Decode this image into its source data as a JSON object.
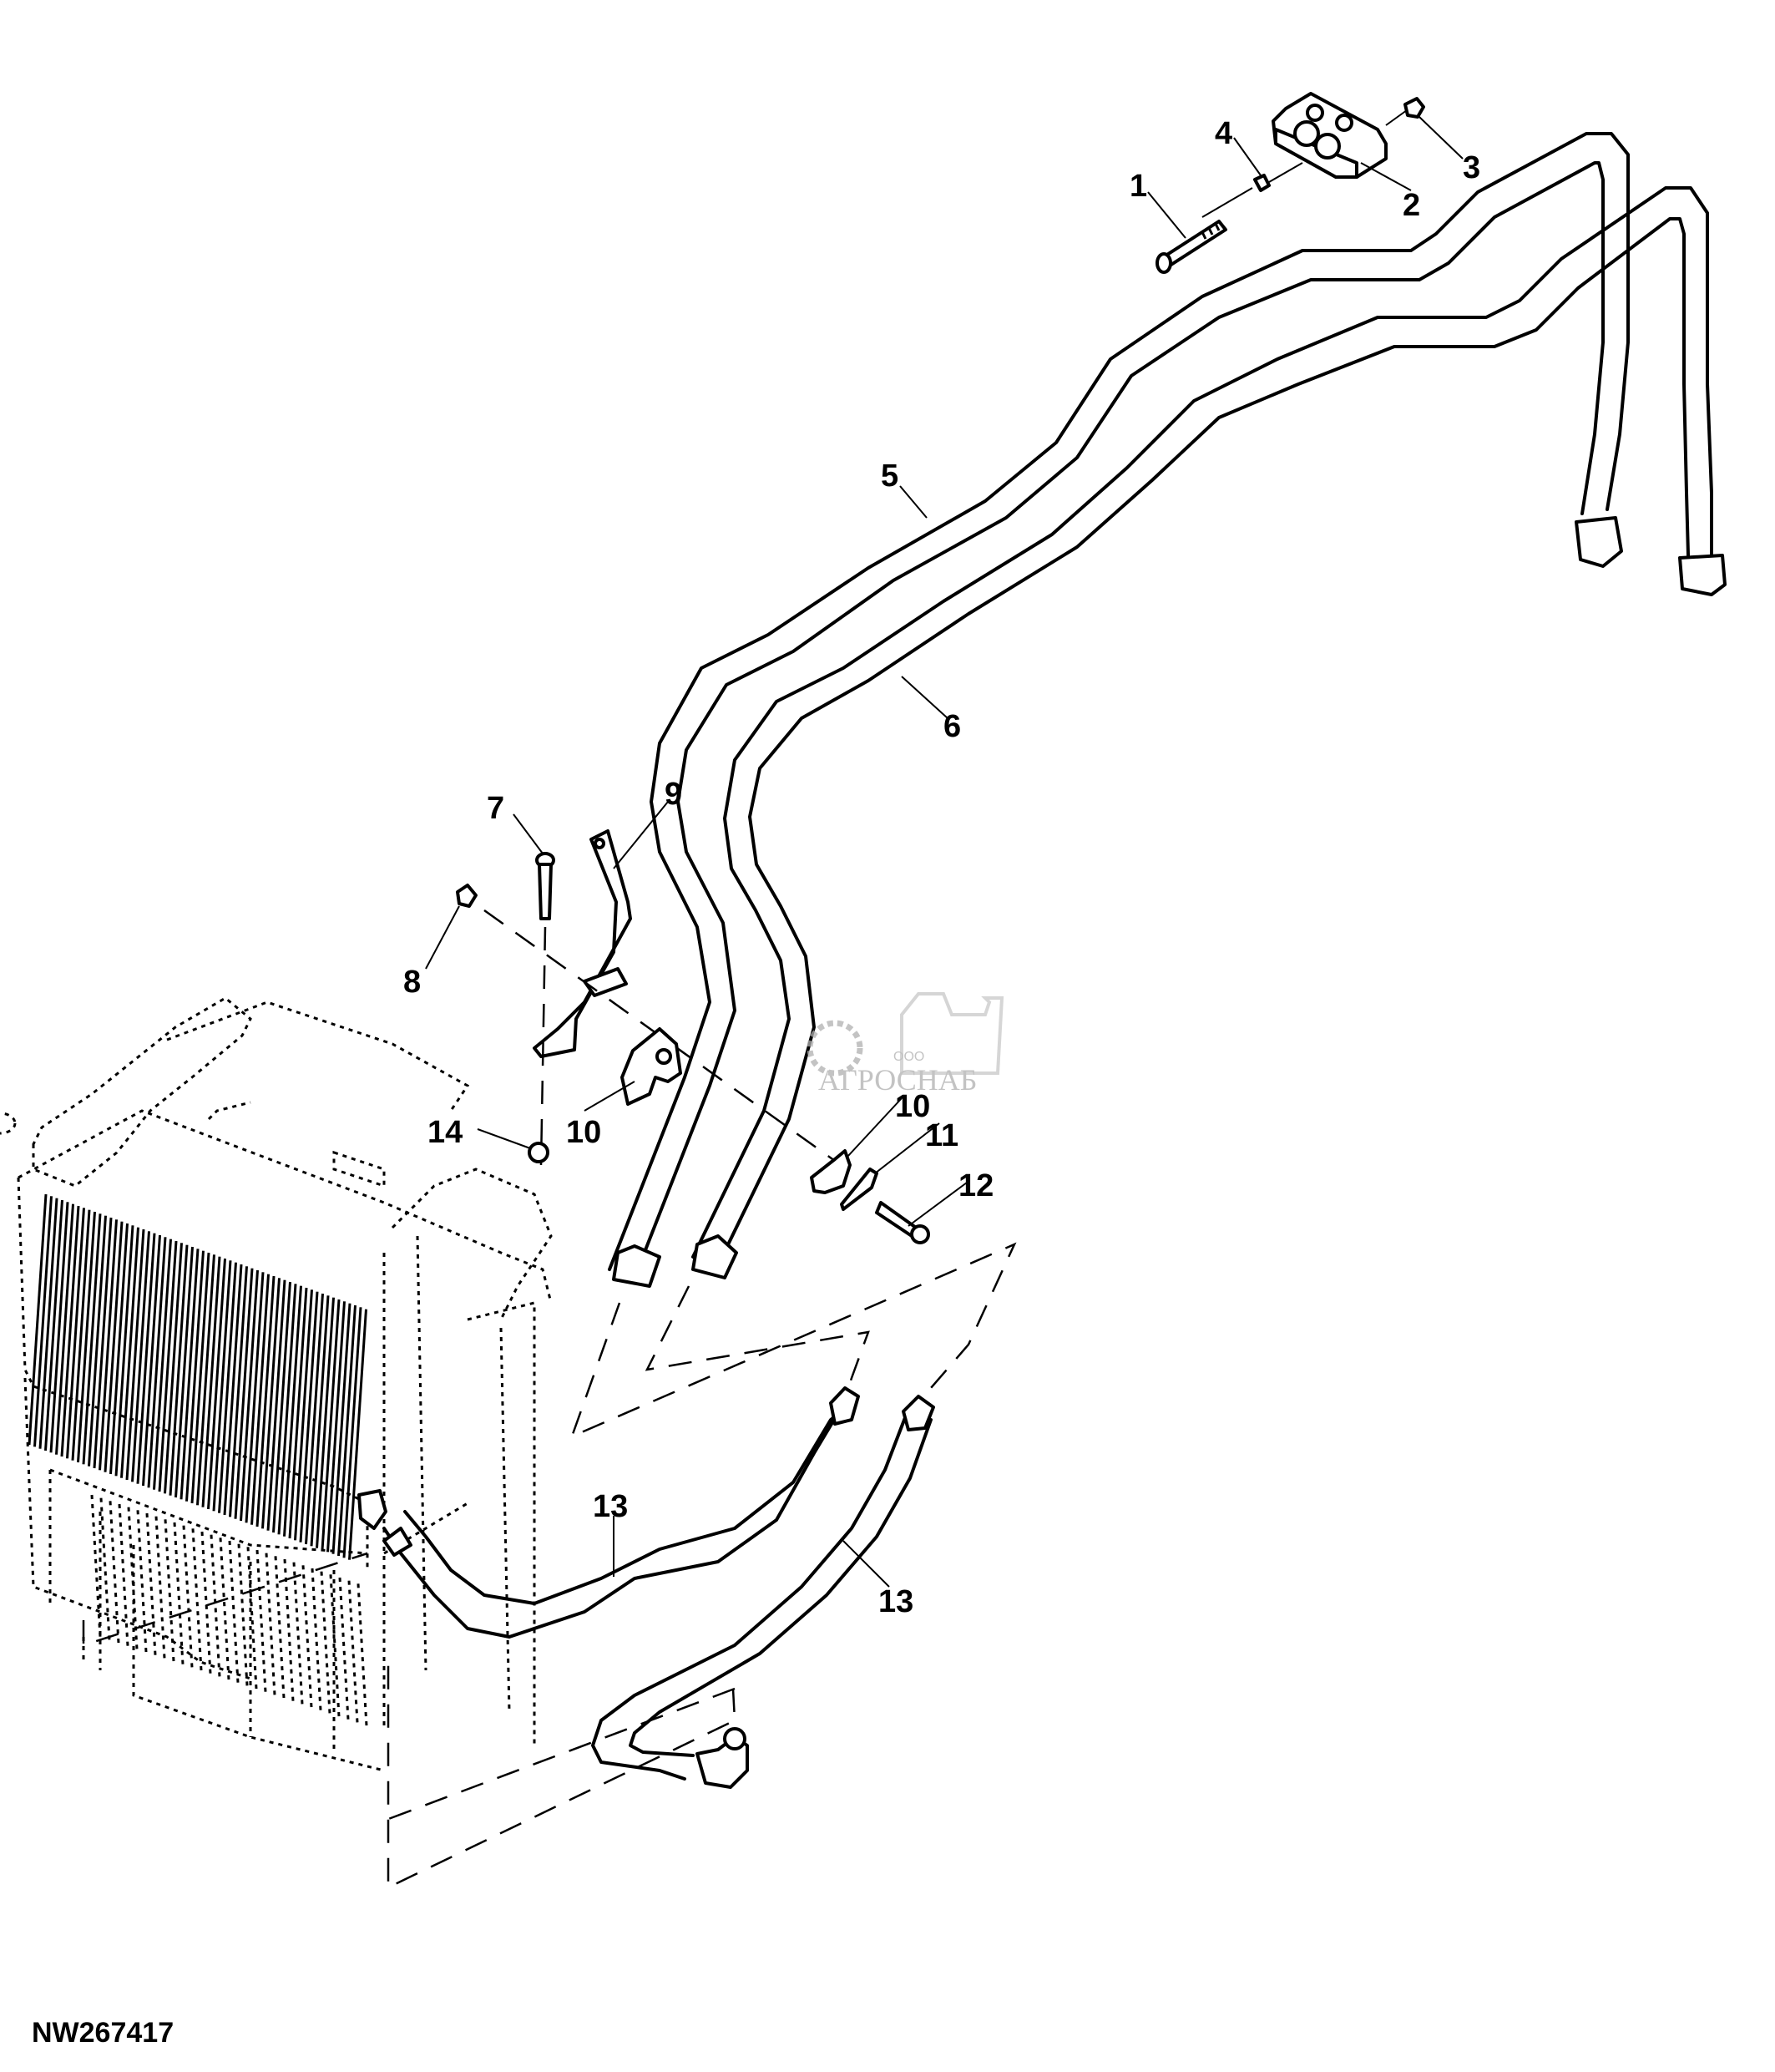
{
  "figure": {
    "id": "NW267417",
    "type": "exploded parts diagram",
    "subject": "hydraulic cooler lines and radiator"
  },
  "callouts": [
    {
      "key": "c1",
      "text": "1",
      "part": "bolt"
    },
    {
      "key": "c2",
      "text": "2",
      "part": "clamp block"
    },
    {
      "key": "c3",
      "text": "3",
      "part": "nut"
    },
    {
      "key": "c4",
      "text": "4",
      "part": "washer"
    },
    {
      "key": "c5",
      "text": "5",
      "part": "line"
    },
    {
      "key": "c6",
      "text": "6",
      "part": "line"
    },
    {
      "key": "c7",
      "text": "7",
      "part": "bolt"
    },
    {
      "key": "c8",
      "text": "8",
      "part": "nut"
    },
    {
      "key": "c9",
      "text": "9",
      "part": "bracket"
    },
    {
      "key": "c10a",
      "text": "10",
      "part": "clamp half"
    },
    {
      "key": "c10b",
      "text": "10",
      "part": "clamp half"
    },
    {
      "key": "c11",
      "text": "11",
      "part": "plate"
    },
    {
      "key": "c12",
      "text": "12",
      "part": "bolt"
    },
    {
      "key": "c13a",
      "text": "13",
      "part": "hose"
    },
    {
      "key": "c13b",
      "text": "13",
      "part": "hose"
    },
    {
      "key": "c14",
      "text": "14",
      "part": "nut"
    }
  ],
  "labels": {
    "c1": "1",
    "c2": "2",
    "c3": "3",
    "c4": "4",
    "c5": "5",
    "c6": "6",
    "c7": "7",
    "c8": "8",
    "c9": "9",
    "c10a": "10",
    "c10b": "10",
    "c11": "11",
    "c12": "12",
    "c13a": "13",
    "c13b": "13",
    "c14": "14"
  },
  "watermark": {
    "prefix": "ООО",
    "name": "АГРОСНАБ",
    "color": "#b0b0b0"
  },
  "colors": {
    "line": "#000000",
    "background": "#ffffff"
  }
}
